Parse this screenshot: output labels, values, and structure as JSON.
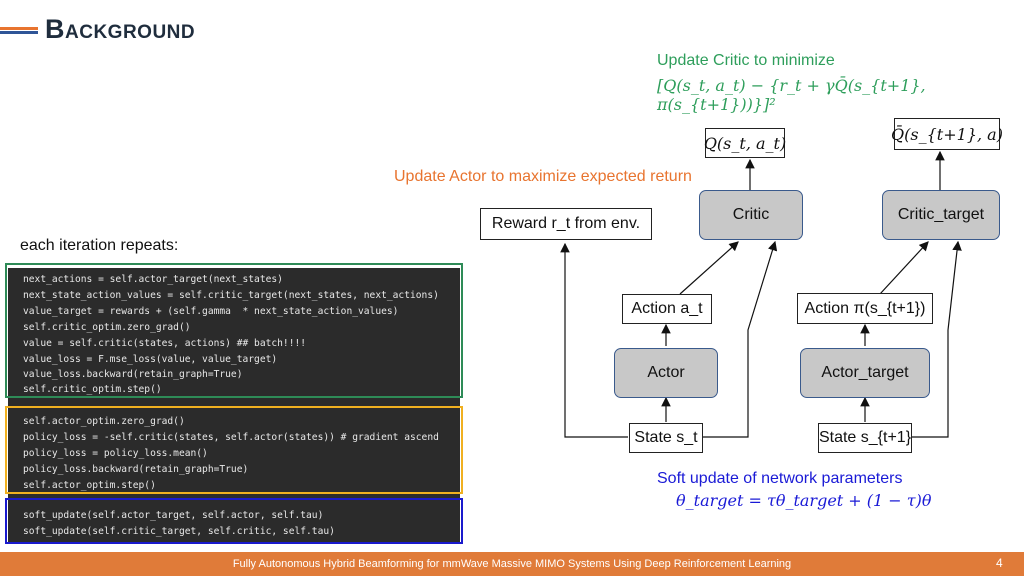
{
  "slide": {
    "title": "Background",
    "each_iteration": "each iteration repeats:",
    "footer": "Fully Autonomous Hybrid Beamforming for mmWave Massive MIMO Systems Using Deep Reinforcement Learning",
    "page_number": "4"
  },
  "critic_update": {
    "heading": "Update Critic to minimize",
    "formula": "[Q(s_t, a_t) − {r_t + γQ̄(s_{t+1}, π(s_{t+1}))}]²"
  },
  "actor_update": {
    "heading": "Update Actor to maximize expected return"
  },
  "soft_update": {
    "heading": "Soft update of network parameters",
    "formula": "θ_target = τθ_target + (1 − τ)θ"
  },
  "diagram": {
    "q_output": "Q(s_t, a_t)",
    "qbar_output": "Q̄(s_{t+1}, a)",
    "reward": "Reward r_t from env.",
    "critic": "Critic",
    "critic_target": "Critic_target",
    "action": "Action a_t",
    "action_target": "Action π(s_{t+1})",
    "actor": "Actor",
    "actor_target": "Actor_target",
    "state": "State s_t",
    "state_next": "State s_{t+1}"
  },
  "code": {
    "lines": [
      "next_actions = self.actor_target(next_states)",
      "next_state_action_values = self.critic_target(next_states, next_actions)",
      "value_target = rewards + (self.gamma  * next_state_action_values)",
      "self.critic_optim.zero_grad()",
      "value = self.critic(states, actions) ## batch!!!!",
      "value_loss = F.mse_loss(value, value_target)",
      "value_loss.backward(retain_graph=True)",
      "self.critic_optim.step()",
      "",
      "self.actor_optim.zero_grad()",
      "policy_loss = -self.critic(states, self.actor(states)) # gradient ascend",
      "policy_loss = policy_loss.mean()",
      "policy_loss.backward(retain_graph=True)",
      "self.actor_optim.step()",
      "",
      "",
      "soft_update(self.actor_target, self.actor, self.tau)",
      "soft_update(self.critic_target, self.critic, self.tau)"
    ]
  },
  "colors": {
    "critic_frame": "#2e8b57",
    "actor_frame": "#f0b020",
    "soft_frame": "#1a1acc",
    "footer": "#e07b39",
    "title_bar_orange": "#e8742f",
    "title_bar_blue": "#2f5597"
  }
}
